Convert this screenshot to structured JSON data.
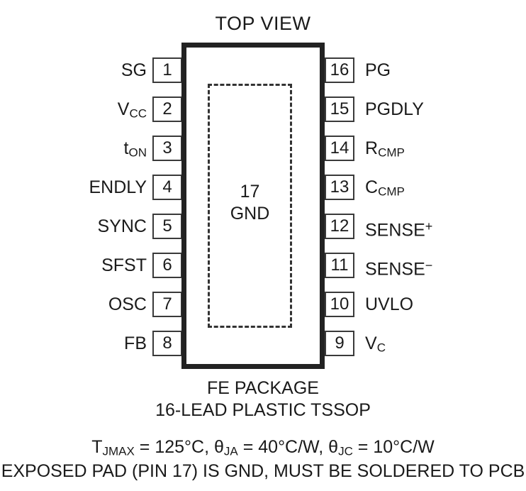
{
  "title": "TOP VIEW",
  "package": {
    "name": "FE PACKAGE",
    "leads": "16-LEAD PLASTIC TSSOP"
  },
  "exposed_pad": {
    "pin_number": "17",
    "label": "GND"
  },
  "pins": {
    "left": [
      {
        "number": "1",
        "label": "SG",
        "sub": ""
      },
      {
        "number": "2",
        "label": "V",
        "sub": "CC"
      },
      {
        "number": "3",
        "label": "t",
        "sub": "ON"
      },
      {
        "number": "4",
        "label": "ENDLY",
        "sub": ""
      },
      {
        "number": "5",
        "label": "SYNC",
        "sub": ""
      },
      {
        "number": "6",
        "label": "SFST",
        "sub": ""
      },
      {
        "number": "7",
        "label": "OSC",
        "sub": ""
      },
      {
        "number": "8",
        "label": "FB",
        "sub": ""
      }
    ],
    "right": [
      {
        "number": "16",
        "label": "PG",
        "sub": "",
        "sup": ""
      },
      {
        "number": "15",
        "label": "PGDLY",
        "sub": "",
        "sup": ""
      },
      {
        "number": "14",
        "label": "R",
        "sub": "CMP",
        "sup": ""
      },
      {
        "number": "13",
        "label": "C",
        "sub": "CMP",
        "sup": ""
      },
      {
        "number": "12",
        "label": "SENSE",
        "sub": "",
        "sup": "+"
      },
      {
        "number": "11",
        "label": "SENSE",
        "sub": "",
        "sup": "−"
      },
      {
        "number": "10",
        "label": "UVLO",
        "sub": "",
        "sup": ""
      },
      {
        "number": "9",
        "label": "V",
        "sub": "C",
        "sup": ""
      }
    ]
  },
  "thermal": {
    "tj_symbol": "T",
    "tj_sub": "JMAX",
    "tj_value": " = 125°C, ",
    "theta_ja_symbol": "θ",
    "theta_ja_sub": "JA",
    "theta_ja_value": " = 40°C/W, ",
    "theta_jc_symbol": "θ",
    "theta_jc_sub": "JC",
    "theta_jc_value": " = 10°C/W"
  },
  "pad_note": "EXPOSED PAD (PIN 17) IS GND, MUST BE SOLDERED TO PCB",
  "colors": {
    "body_outline": "#222222",
    "pin_outline": "#3a3a3a",
    "pad_dash": "#333333",
    "text": "#1a1a1a",
    "background": "#ffffff"
  }
}
